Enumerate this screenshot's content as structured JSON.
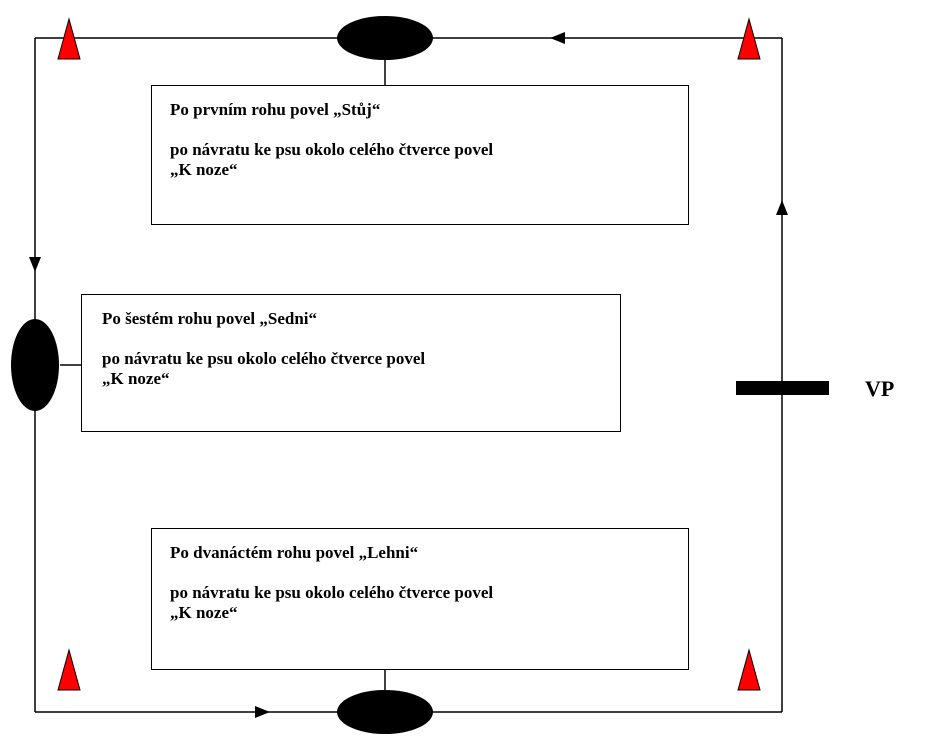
{
  "notes": [
    {
      "command": "Po prvním rohu povel „Stůj“",
      "instruction": "po návratu ke psu okolo celého čtverce povel",
      "return_command": "„K noze“"
    },
    {
      "command": "Po šestém rohu povel „Sedni“",
      "instruction": "po návratu ke psu okolo celého čtverce povel",
      "return_command": "„K noze“"
    },
    {
      "command": "Po dvanáctém rohu povel „Lehni“",
      "instruction": "po návratu ke psu okolo celého čtverce povel",
      "return_command": "„K noze“"
    }
  ],
  "side_label": "VP",
  "colors": {
    "cone": "#ff0000",
    "line": "#000000",
    "marker": "#000000"
  },
  "icons": [
    "cone-icon",
    "dog-position-marker",
    "direction-arrow",
    "start-bar"
  ]
}
